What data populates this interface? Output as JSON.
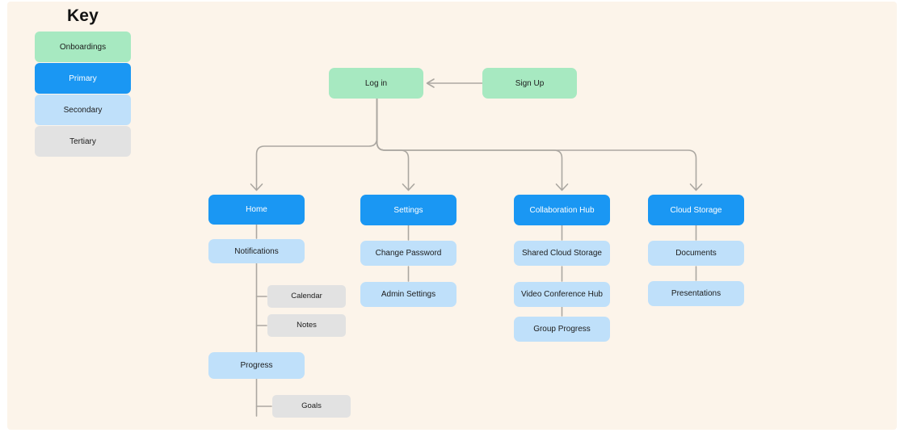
{
  "colors": {
    "canvas_bg": "#FCF4EA",
    "onboarding_green": "#A7E9C1",
    "primary_blue": "#1A97F3",
    "secondary_blue": "#BFE0FA",
    "tertiary_gray": "#E2E2E2",
    "connector_gray": "#ABA7A1",
    "text_dark": "#1C1C1C",
    "text_light": "#FFFFFF"
  },
  "key": {
    "title": "Key",
    "items": [
      {
        "label": "Onboardings",
        "type": "onboarding"
      },
      {
        "label": "Primary",
        "type": "primary"
      },
      {
        "label": "Secondary",
        "type": "secondary"
      },
      {
        "label": "Tertiary",
        "type": "tertiary"
      }
    ]
  },
  "nodes": {
    "login": "Log in",
    "signup": "Sign Up",
    "home": "Home",
    "notifications": "Notifications",
    "calendar": "Calendar",
    "notes": "Notes",
    "progress": "Progress",
    "goals": "Goals",
    "settings": "Settings",
    "change_password": "Change Password",
    "admin_settings": "Admin Settings",
    "collaboration_hub": "Collaboration Hub",
    "shared_cloud_storage": "Shared Cloud Storage",
    "video_conference_hub": "Video Conference Hub",
    "group_progress": "Group Progress",
    "cloud_storage": "Cloud Storage",
    "documents": "Documents",
    "presentations": "Presentations"
  }
}
